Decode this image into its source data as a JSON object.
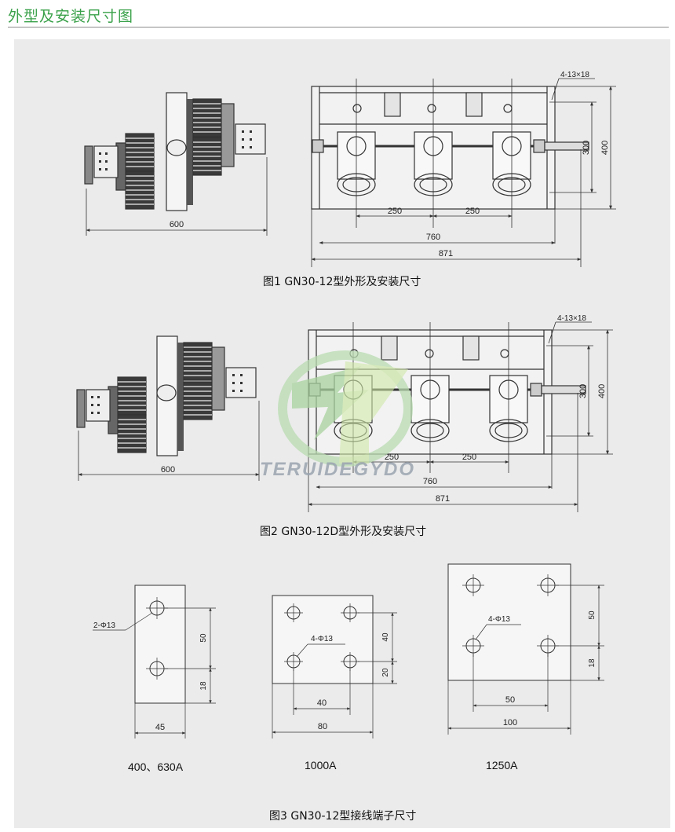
{
  "header": {
    "title": "外型及安装尺寸图"
  },
  "watermark": {
    "text": "TERUIDEGYDO"
  },
  "fig1": {
    "caption": "图1 GN30-12型外形及安装尺寸",
    "side_dim": "600",
    "holes": "4-13×18",
    "dim_250a": "250",
    "dim_250b": "250",
    "dim_760": "760",
    "dim_871": "871",
    "dim_300": "300",
    "dim_400": "400"
  },
  "fig2": {
    "caption": "图2 GN30-12D型外形及安装尺寸",
    "side_dim": "600",
    "holes": "4-13×18",
    "dim_250a": "250",
    "dim_250b": "250",
    "dim_760": "760",
    "dim_871": "871",
    "dim_300": "300",
    "dim_400": "400"
  },
  "fig3": {
    "caption": "图3 GN30-12型接线端子尺寸",
    "terminals": [
      {
        "label": "400、630A",
        "holes": "2-Φ13",
        "h1": "50",
        "h2": "18",
        "w": "45"
      },
      {
        "label": "1000A",
        "holes": "4-Φ13",
        "h1": "40",
        "h2": "20",
        "w1": "40",
        "w2": "80"
      },
      {
        "label": "1250A",
        "holes": "4-Φ13",
        "h1": "50",
        "h2": "18",
        "w1": "50",
        "w2": "100"
      }
    ]
  }
}
